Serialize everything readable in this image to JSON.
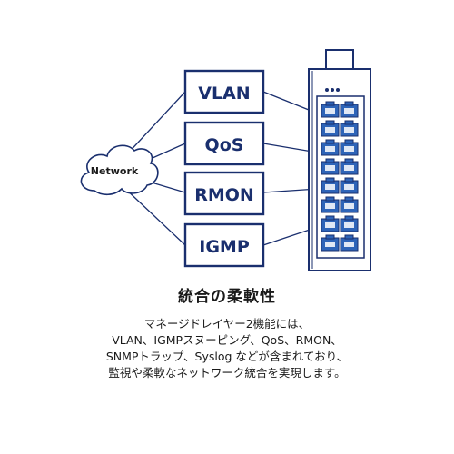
{
  "diagram": {
    "cloud_label": "Network",
    "features": [
      "VLAN",
      "QoS",
      "RMON",
      "IGMP"
    ],
    "port_count": 16,
    "colors": {
      "outline": "#1a2f6e",
      "port_fill": "#2e64b8",
      "line": "#1a2f6e"
    }
  },
  "heading": "統合の柔軟性",
  "description": [
    "マネージドレイヤー2機能には、",
    "VLAN、IGMPスヌーピング、QoS、RMON、",
    "SNMPトラップ、Syslog などが含まれており、",
    "監視や柔軟なネットワーク統合を実現します。"
  ]
}
